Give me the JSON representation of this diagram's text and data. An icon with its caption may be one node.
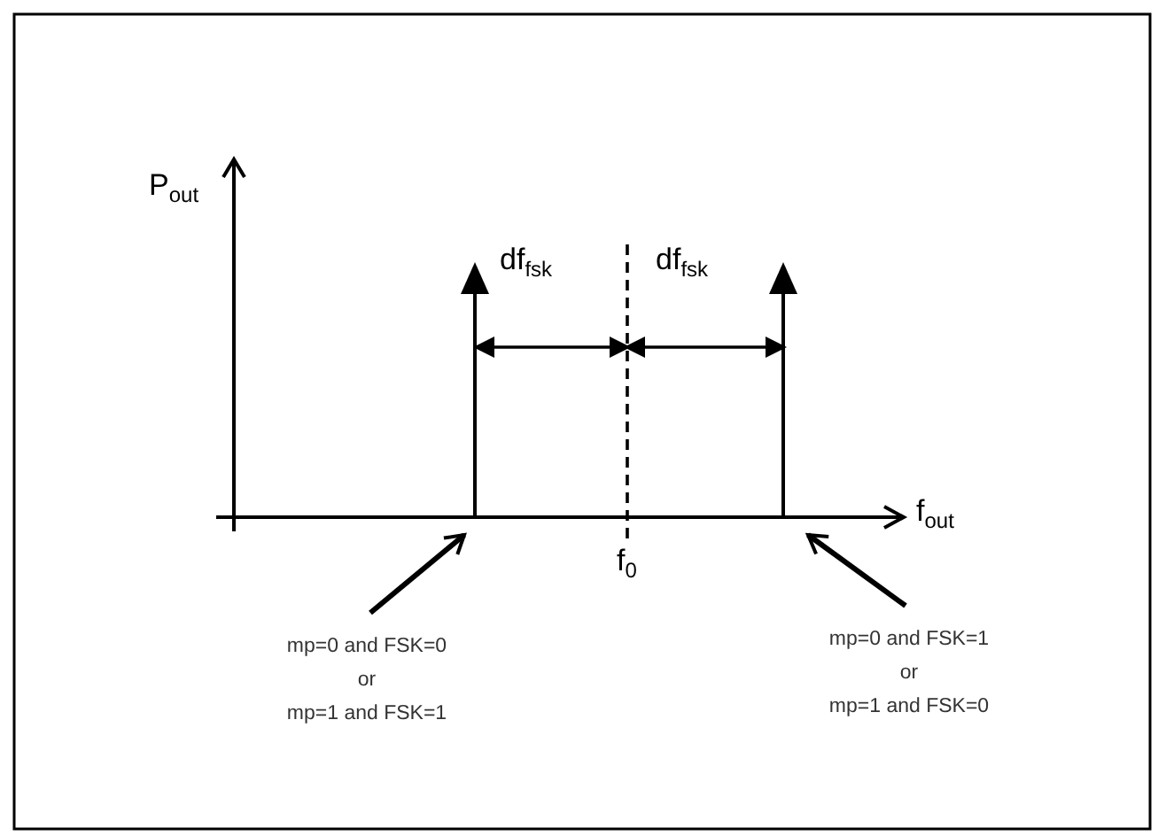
{
  "diagram": {
    "nodes": [
      {
        "text": [
          "mp=0 and FSK=0",
          "or",
          "mp=1 and FSK=1"
        ]
      },
      {
        "text": [
          "mp=0 and FSK=1",
          "or",
          "mp=1 and FSK=0"
        ]
      },
      {
        "text": [],
        "shape": "line",
        "beside": [
          "f$_{out}$",
          "f$_{0}$"
        ]
      }
    ],
    "edges": [
      {
        "from": 0,
        "to": 2,
        "arrow": "to"
      },
      {
        "from": 1,
        "to": 2,
        "arrow": "to"
      }
    ],
    "labels": [
      "P$_{out}$",
      "df$_{fsk}$",
      "df$_{fsk}$"
    ]
  }
}
